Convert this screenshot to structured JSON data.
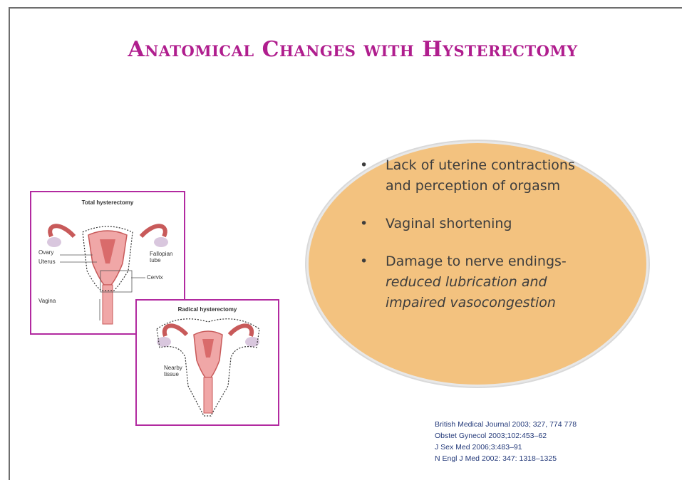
{
  "slide": {
    "title": "Anatomical Changes with Hysterectomy",
    "bullets": [
      {
        "text": "Lack of uterine contractions and perception of orgasm",
        "italic": ""
      },
      {
        "text": "Vaginal shortening",
        "italic": ""
      },
      {
        "text": "Damage to nerve endings-",
        "italic": "reduced lubrication and impaired vasocongestion"
      }
    ],
    "bullet_symbol": "•",
    "oval_color": "#f3c27f",
    "accent_color": "#b01e8e"
  },
  "figure1": {
    "title": "Total hysterectomy",
    "labels": {
      "ovary": "Ovary",
      "uterus": "Uterus",
      "vagina": "Vagina",
      "fallopian": "Fallopian tube",
      "cervix": "Cervix"
    }
  },
  "figure2": {
    "title": "Radical hysterectomy",
    "labels": {
      "nearby": "Nearby tissue"
    }
  },
  "references": [
    "British Medical Journal 2003; 327, 774 778",
    "Obstet Gynecol 2003;102:453–62",
    " J Sex Med 2006;3:483–91",
    "N Engl J Med 2002: 347: 1318–1325"
  ]
}
